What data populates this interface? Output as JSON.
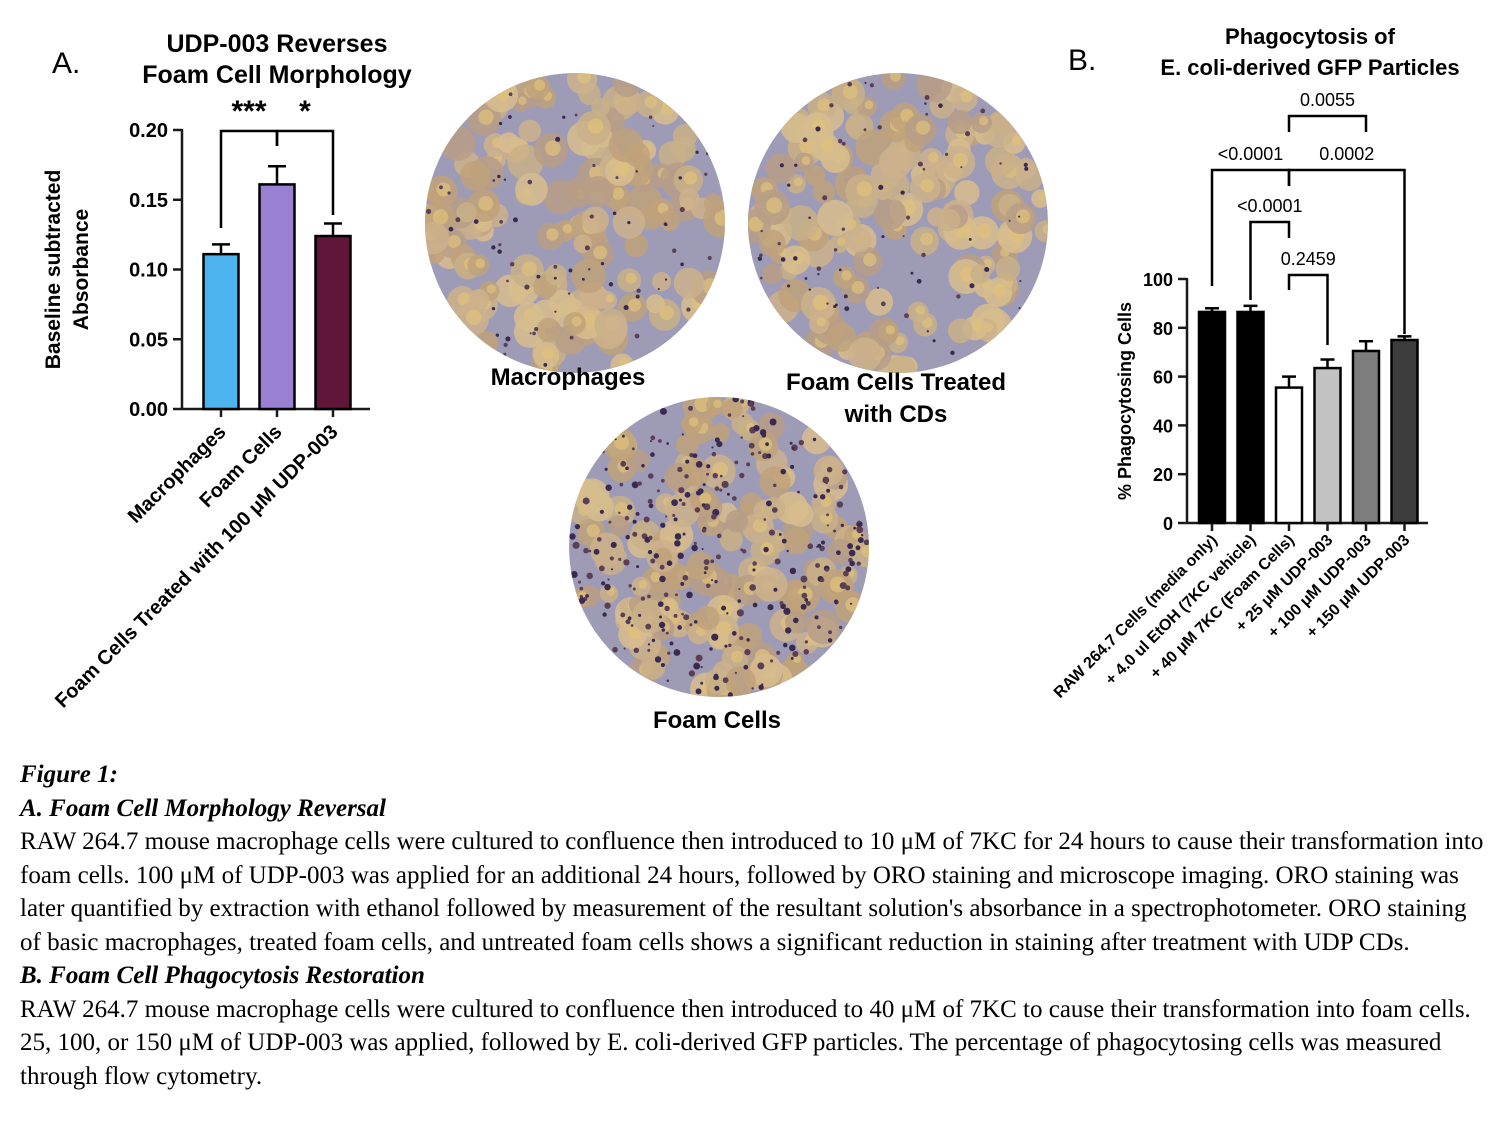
{
  "panel_a": {
    "letter": "A.",
    "title_lines": [
      "UDP-003 Reverses",
      "Foam Cell Morphology"
    ],
    "colors": {
      "axis": "#1a1a1a"
    }
  },
  "panel_b": {
    "letter": "B.",
    "title_lines": [
      "Phagocytosis of",
      "E. coli-derived GFP Particles"
    ],
    "colors": {
      "axis": "#1a1a1a"
    }
  },
  "micrographs": [
    {
      "label_lines": [
        "Macrophages"
      ],
      "stain": "light"
    },
    {
      "label_lines": [
        "Foam Cells Treated",
        "with CDs"
      ],
      "stain": "light"
    },
    {
      "label_lines": [
        "Foam Cells"
      ],
      "stain": "heavy"
    }
  ],
  "chart_data": [
    {
      "type": "bar",
      "title": "UDP-003 Reverses Foam Cell Morphology",
      "xlabel": "",
      "ylabel": "Baseline subtracted Absorbance",
      "ylim": [
        0,
        0.2
      ],
      "yticks": [
        "0.00",
        "0.05",
        "0.10",
        "0.15",
        "0.20"
      ],
      "categories": [
        "Macrophages",
        "Foam Cells",
        "Foam Cells Treated with 100 μM UDP-003"
      ],
      "values": [
        0.111,
        0.161,
        0.124
      ],
      "errors": [
        0.007,
        0.013,
        0.009
      ],
      "colors": [
        "#4db3ee",
        "#9a80d2",
        "#5f1638"
      ],
      "significance": [
        {
          "pair": [
            0,
            1
          ],
          "label": "***"
        },
        {
          "pair": [
            1,
            2
          ],
          "label": "*"
        }
      ]
    },
    {
      "type": "bar",
      "title": "Phagocytosis of E. coli-derived GFP Particles",
      "xlabel": "",
      "ylabel": "% Phagocytosing Cells",
      "ylim": [
        0,
        100
      ],
      "yticks": [
        "0",
        "20",
        "40",
        "60",
        "80",
        "100"
      ],
      "categories": [
        "RAW 264.7 Cells (media only)",
        "+ 4.0 ul EtOH (7KC vehicle)",
        "+ 40 μM 7KC (Foam Cells)",
        "+ 25 μM UDP-003",
        "+ 100 μM UDP-003",
        "+ 150 μM UDP-003"
      ],
      "values": [
        86.5,
        86.5,
        55.5,
        63.5,
        70.5,
        75
      ],
      "errors": [
        1.5,
        2.5,
        4.5,
        3.5,
        4,
        1.5
      ],
      "colors": [
        "#000000",
        "#000000",
        "#ffffff",
        "#c2c2c2",
        "#7d7d7d",
        "#3d3d3d"
      ],
      "significance": [
        {
          "pair": [
            0,
            2
          ],
          "label": "<0.0001"
        },
        {
          "pair": [
            2,
            5
          ],
          "label": "0.0002"
        },
        {
          "pair": [
            1,
            2
          ],
          "label": "<0.0001"
        },
        {
          "pair": [
            2,
            3
          ],
          "label": "0.2459"
        },
        {
          "pair": [
            2,
            4
          ],
          "label": "0.0055"
        }
      ]
    }
  ],
  "caption": {
    "figure_label": "Figure 1:",
    "section_a_heading": "A. Foam Cell Morphology Reversal",
    "section_a_text": "RAW 264.7 mouse macrophage cells were cultured to confluence then introduced to 10 μM of 7KC for 24 hours to cause their transformation into foam cells. 100 μM of UDP-003 was applied for an additional 24 hours, followed by ORO staining and microscope imaging. ORO staining was later quantified by extraction with ethanol followed by measurement of the resultant solution's absorbance in a spectrophotometer. ORO staining of basic macrophages, treated foam cells, and untreated foam cells shows a significant reduction in staining after treatment with UDP CDs.",
    "section_b_heading": "B. Foam Cell Phagocytosis Restoration",
    "section_b_text": "RAW 264.7 mouse macrophage cells were cultured to confluence then introduced to 40 μM of 7KC to cause their transformation into foam cells. 25, 100, or 150 μM of UDP-003 was applied, followed by E. coli-derived GFP particles. The percentage of phagocytosing cells was measured through flow cytometry."
  }
}
